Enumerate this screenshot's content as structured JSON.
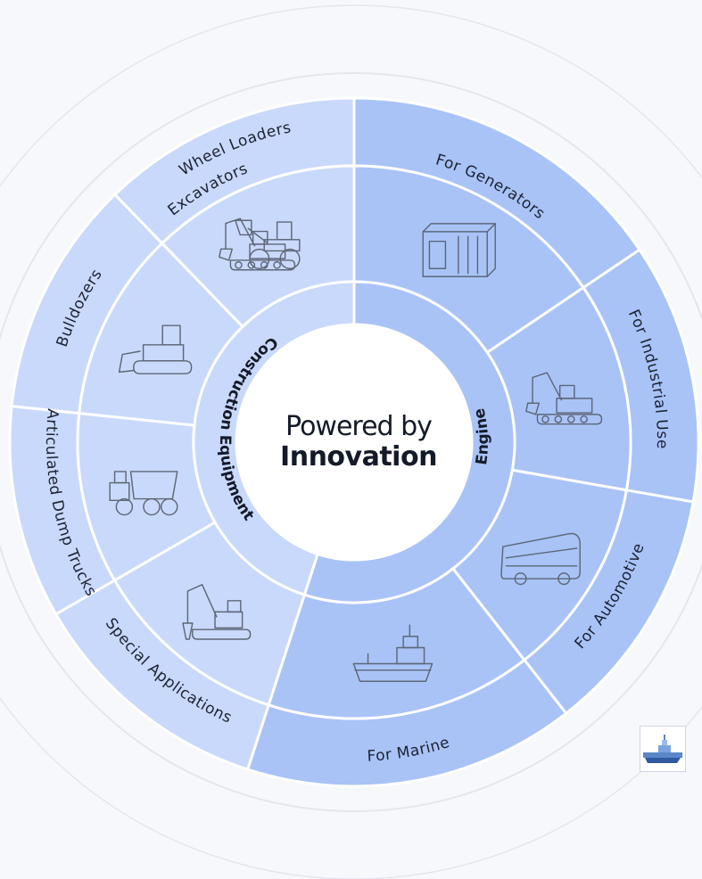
{
  "center": {
    "line1": "Powered by",
    "line2": "Innovation"
  },
  "groups": [
    {
      "label": "Construction Equipment",
      "color": "#c9d9fb"
    },
    {
      "label": "Engine",
      "color": "#a9c3f7"
    }
  ],
  "segments": [
    {
      "label": "Excavators",
      "group": "Construction Equipment",
      "icon": "excavator-icon"
    },
    {
      "label": "Wheel Loaders",
      "group": "Construction Equipment",
      "icon": "wheel-loader-icon"
    },
    {
      "label": "Bulldozers",
      "group": "Construction Equipment",
      "icon": "bulldozer-icon"
    },
    {
      "label": "Articulated Dump Trucks",
      "group": "Construction Equipment",
      "icon": "dump-truck-icon"
    },
    {
      "label": "Special Applications",
      "group": "Construction Equipment",
      "icon": "demolition-excavator-icon"
    },
    {
      "label": "For Generators",
      "group": "Engine",
      "icon": "generator-icon"
    },
    {
      "label": "For Industrial Use",
      "group": "Engine",
      "icon": "excavator-icon"
    },
    {
      "label": "For Automotive",
      "group": "Engine",
      "icon": "bus-icon"
    },
    {
      "label": "For Marine",
      "group": "Engine",
      "icon": "ship-icon"
    }
  ],
  "thumbnail": {
    "icon": "ship-icon"
  }
}
